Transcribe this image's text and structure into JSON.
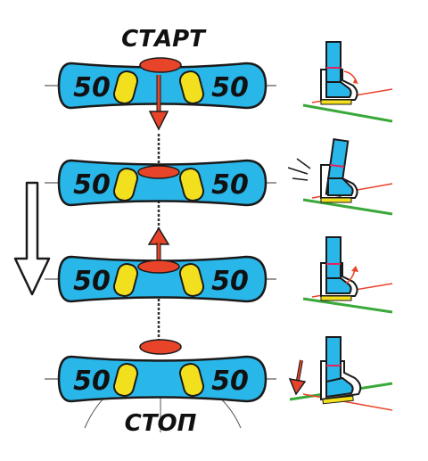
{
  "labels": {
    "start": "СТАРТ",
    "stop": "СТОП"
  },
  "boards": [
    {
      "left_number": "50",
      "right_number": "50"
    },
    {
      "left_number": "50",
      "right_number": "50"
    },
    {
      "left_number": "50",
      "right_number": "50"
    },
    {
      "left_number": "50",
      "right_number": "50"
    }
  ],
  "colors": {
    "board": "#29b6e8",
    "binding": "#f2e01e",
    "red": "#e8442a",
    "slope": "#3aa83a",
    "outline": "#1a1a1a"
  },
  "icons": {
    "big_arrow": "down-arrow-icon",
    "stance_arrow": "stance-arrow-icon",
    "boot": "ski-boot-icon"
  }
}
